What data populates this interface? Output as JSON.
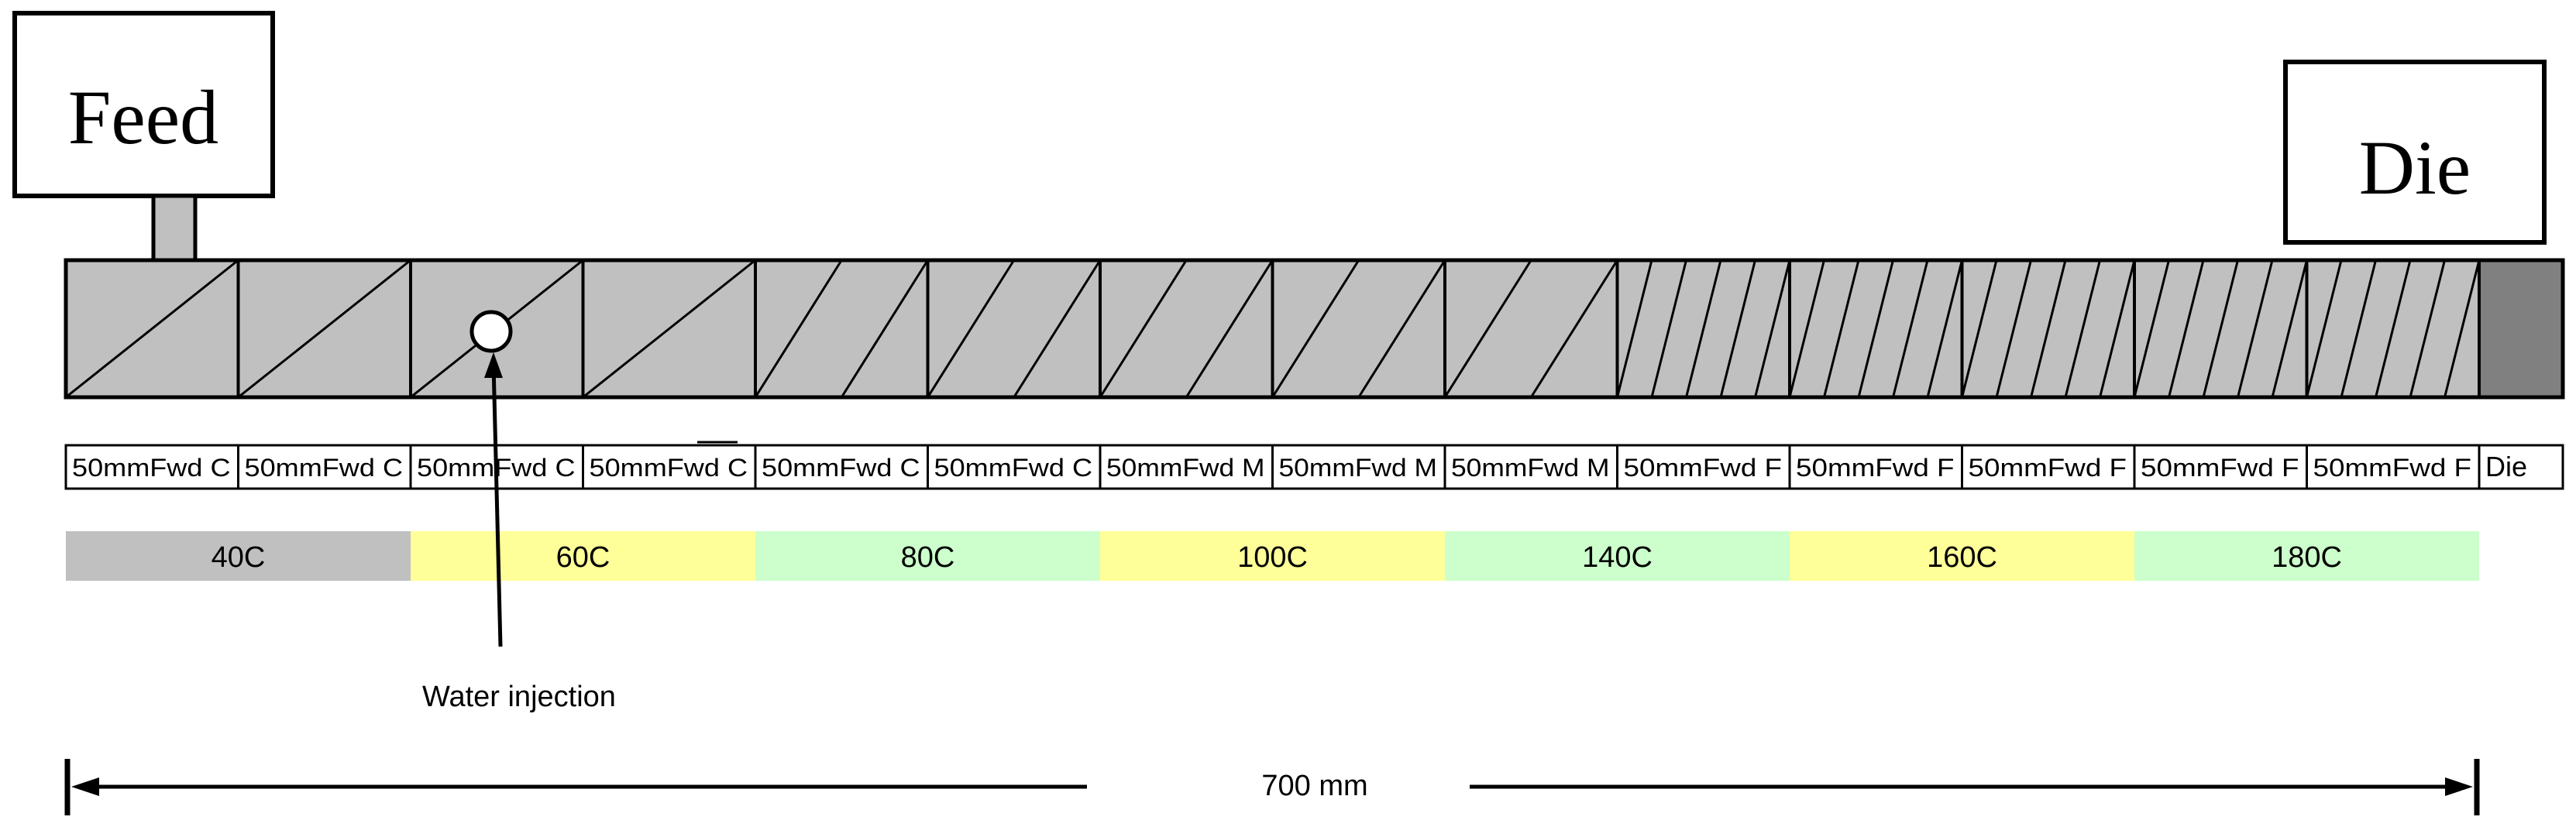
{
  "feed_label": "Feed",
  "die_box_label": "Die",
  "segments": [
    {
      "element": "50mmFwd C",
      "pitch": "C"
    },
    {
      "element": "50mmFwd C",
      "pitch": "C"
    },
    {
      "element": "50mmFwd C",
      "pitch": "C"
    },
    {
      "element": "50mmFwd C",
      "pitch": "C"
    },
    {
      "element": "50mmFwd C",
      "pitch": "M"
    },
    {
      "element": "50mmFwd C",
      "pitch": "M"
    },
    {
      "element": "50mmFwd M",
      "pitch": "M"
    },
    {
      "element": "50mmFwd M",
      "pitch": "M"
    },
    {
      "element": "50mmFwd M",
      "pitch": "M"
    },
    {
      "element": "50mmFwd F",
      "pitch": "F"
    },
    {
      "element": "50mmFwd F",
      "pitch": "F"
    },
    {
      "element": "50mmFwd F",
      "pitch": "F"
    },
    {
      "element": "50mmFwd F",
      "pitch": "F"
    },
    {
      "element": "50mmFwd F",
      "pitch": "F"
    }
  ],
  "die_segment_label": "Die",
  "temperature_zones": [
    {
      "label": "40C",
      "color": "#c0c0c0"
    },
    {
      "label": "60C",
      "color": "#ffff99"
    },
    {
      "label": "80C",
      "color": "#ccffcc"
    },
    {
      "label": "100C",
      "color": "#ffff99"
    },
    {
      "label": "140C",
      "color": "#ccffcc"
    },
    {
      "label": "160C",
      "color": "#ffff99"
    },
    {
      "label": "180C",
      "color": "#ccffcc"
    }
  ],
  "water_injection_label": "Water injection",
  "length_label": "700 mm",
  "colors": {
    "barrel": "#c0c0c0",
    "die": "#808080",
    "line": "#000000"
  }
}
